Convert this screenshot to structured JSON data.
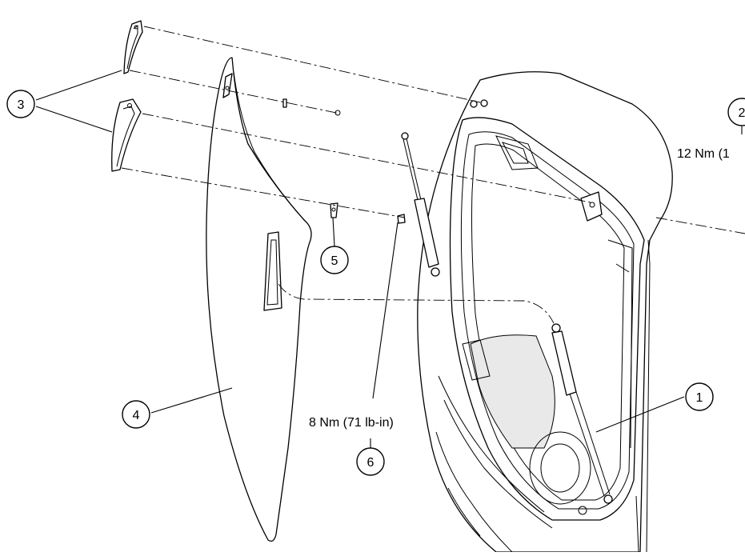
{
  "callouts": [
    {
      "id": "1",
      "label": "1"
    },
    {
      "id": "2",
      "label": "2"
    },
    {
      "id": "3",
      "label": "3"
    },
    {
      "id": "4",
      "label": "4"
    },
    {
      "id": "5",
      "label": "5"
    },
    {
      "id": "6",
      "label": "6"
    }
  ],
  "torque_specs": {
    "item_2": "12 Nm (1",
    "item_6": "8 Nm (71 lb-in)"
  }
}
